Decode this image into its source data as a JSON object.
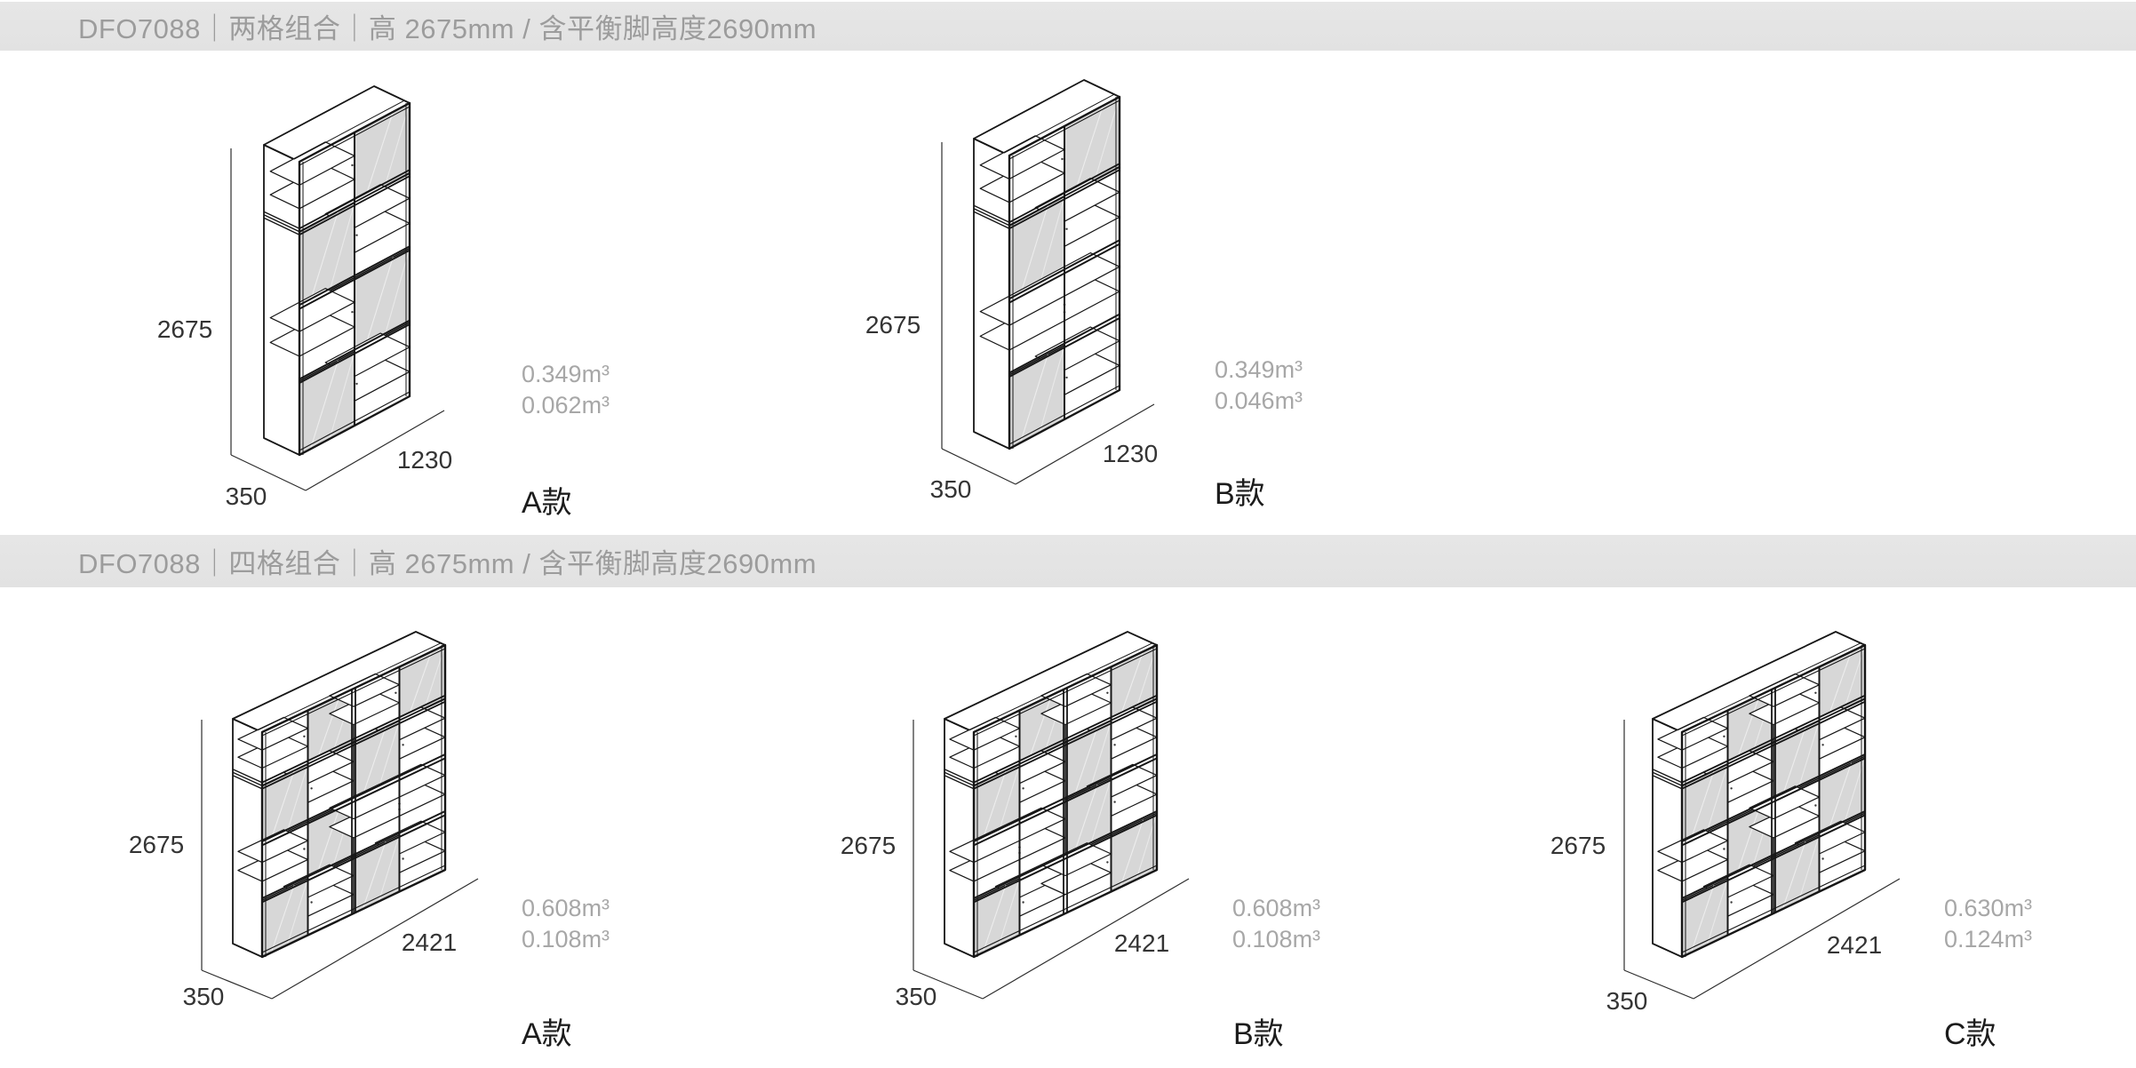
{
  "colors": {
    "background": "#ffffff",
    "header_bar": "#e4e4e4",
    "header_text": "#9c9c9c",
    "line": "#161616",
    "door_fill": "#d7d7d7",
    "volume_text": "#a7a7a7",
    "dim_text": "#343434",
    "label_text": "#1c1c1c"
  },
  "module_patterns": {
    "A": [
      "R",
      "L",
      "R",
      "L"
    ],
    "B": [
      "R",
      "L",
      "open",
      "L"
    ],
    "C": [
      "R",
      "L",
      "L",
      "R"
    ]
  },
  "sections": [
    {
      "header": "DFO7088｜两格组合｜高 2675mm / 含平衡脚高度2690mm",
      "variants": [
        {
          "label": "A款",
          "volume_total": "0.349m³",
          "volume_doors": "0.062m³",
          "height": "2675",
          "width": "1230",
          "depth": "350",
          "modules": [
            "A"
          ]
        },
        {
          "label": "B款",
          "volume_total": "0.349m³",
          "volume_doors": "0.046m³",
          "height": "2675",
          "width": "1230",
          "depth": "350",
          "modules": [
            "B"
          ]
        }
      ]
    },
    {
      "header": "DFO7088｜四格组合｜高 2675mm / 含平衡脚高度2690mm",
      "variants": [
        {
          "label": "A款",
          "volume_total": "0.608m³",
          "volume_doors": "0.108m³",
          "height": "2675",
          "width": "2421",
          "depth": "350",
          "modules": [
            "A",
            "B"
          ]
        },
        {
          "label": "B款",
          "volume_total": "0.608m³",
          "volume_doors": "0.108m³",
          "height": "2675",
          "width": "2421",
          "depth": "350",
          "modules": [
            "B",
            "C"
          ]
        },
        {
          "label": "C款",
          "volume_total": "0.630m³",
          "volume_doors": "0.124m³",
          "height": "2675",
          "width": "2421",
          "depth": "350",
          "modules": [
            "A",
            "A"
          ]
        }
      ]
    }
  ]
}
